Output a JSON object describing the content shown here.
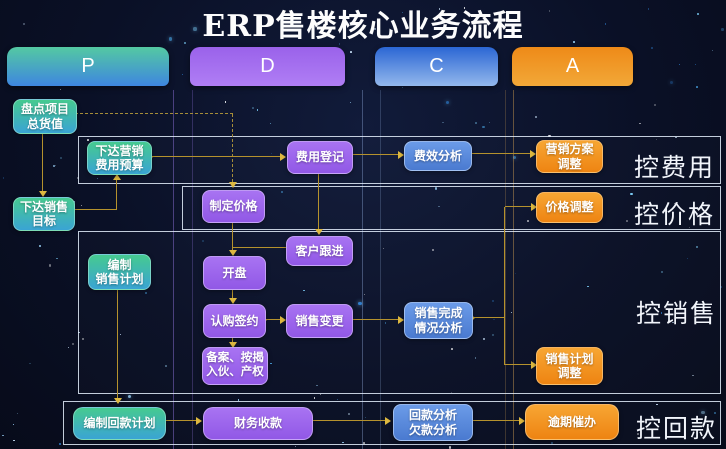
{
  "title": "ERP售楼核心业务流程",
  "columns": [
    {
      "label": "P",
      "color": "#54c9a2"
    },
    {
      "label": "D",
      "color": "#9a62ea"
    },
    {
      "label": "C",
      "color": "#2b66d4"
    },
    {
      "label": "A",
      "color": "#ee8a18"
    }
  ],
  "rows": [
    {
      "label": "控费用"
    },
    {
      "label": "控价格"
    },
    {
      "label": "控销售"
    },
    {
      "label": "控回款"
    }
  ],
  "nodes": [
    {
      "label": "盘点项目\n总货值",
      "type": "teal"
    },
    {
      "label": "下达营销\n费用预算",
      "type": "teal"
    },
    {
      "label": "下达销售\n目标",
      "type": "teal"
    },
    {
      "label": "编制\n销售计划",
      "type": "teal"
    },
    {
      "label": "编制回款计划",
      "type": "teal"
    },
    {
      "label": "制定价格",
      "type": "purple"
    },
    {
      "label": "费用登记",
      "type": "purple"
    },
    {
      "label": "客户跟进",
      "type": "purple"
    },
    {
      "label": "开盘",
      "type": "purple"
    },
    {
      "label": "认购签约",
      "type": "purple"
    },
    {
      "label": "销售变更",
      "type": "purple"
    },
    {
      "label": "备案、按揭\n入伙、产权",
      "type": "purple"
    },
    {
      "label": "财务收款",
      "type": "purple"
    },
    {
      "label": "费效分析",
      "type": "blue"
    },
    {
      "label": "销售完成\n情况分析",
      "type": "blue"
    },
    {
      "label": "回款分析\n欠款分析",
      "type": "blue"
    },
    {
      "label": "营销方案\n调整",
      "type": "orange"
    },
    {
      "label": "价格调整",
      "type": "orange"
    },
    {
      "label": "销售计划\n调整",
      "type": "orange"
    },
    {
      "label": "逾期催办",
      "type": "orange"
    }
  ],
  "connections": [
    {
      "from": "盘点项目总货值",
      "to": "制定价格",
      "style": "dashed"
    },
    {
      "from": "盘点项目总货值",
      "to": "下达销售目标",
      "style": "solid"
    },
    {
      "from": "下达销售目标",
      "to": "下达营销费用预算",
      "style": "solid"
    },
    {
      "from": "下达销售目标",
      "to": "编制销售计划",
      "style": "solid"
    },
    {
      "from": "下达营销费用预算",
      "to": "费用登记",
      "style": "solid"
    },
    {
      "from": "费用登记",
      "to": "费效分析",
      "style": "solid"
    },
    {
      "from": "费效分析",
      "to": "营销方案调整",
      "style": "solid"
    },
    {
      "from": "费用登记",
      "to": "客户跟进",
      "style": "solid"
    },
    {
      "from": "制定价格",
      "to": "开盘",
      "style": "solid"
    },
    {
      "from": "客户跟进",
      "to": "开盘",
      "style": "solid"
    },
    {
      "from": "开盘",
      "to": "认购签约",
      "style": "solid"
    },
    {
      "from": "认购签约",
      "to": "销售变更",
      "style": "solid"
    },
    {
      "from": "认购签约",
      "to": "备案、按揭 入伙、产权",
      "style": "solid"
    },
    {
      "from": "销售变更",
      "to": "销售完成情况分析",
      "style": "solid"
    },
    {
      "from": "销售完成情况分析",
      "to": "价格调整",
      "style": "solid"
    },
    {
      "from": "销售完成情况分析",
      "to": "销售计划调整",
      "style": "solid"
    },
    {
      "from": "编制销售计划",
      "to": "编制回款计划",
      "style": "solid"
    },
    {
      "from": "编制回款计划",
      "to": "财务收款",
      "style": "solid"
    },
    {
      "from": "财务收款",
      "to": "回款分析欠款分析",
      "style": "solid"
    },
    {
      "from": "回款分析欠款分析",
      "to": "逾期催办",
      "style": "solid"
    }
  ],
  "colors": {
    "background": "#0a1026",
    "connector": "#b5922d",
    "row_border": "#e4eefc"
  }
}
